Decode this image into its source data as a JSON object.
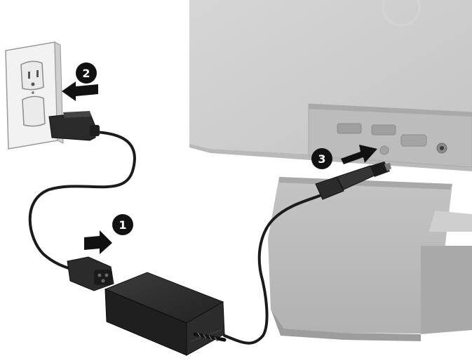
{
  "steps": [
    {
      "number": "1",
      "target": "power-adapter-ac-inlet"
    },
    {
      "number": "2",
      "target": "wall-outlet"
    },
    {
      "number": "3",
      "target": "monitor-dc-power-jack"
    }
  ],
  "colors": {
    "monitor": "#c9c9c9",
    "monitor_shadow": "#b4b4b4",
    "stand": "#bdbdbd",
    "outlet_plate": "#f1f1f1",
    "cable": "#1b1b1b",
    "adapter": "#2a2a2a",
    "badge": "#111111",
    "arrow": "#111111"
  },
  "icons": [
    "arrow-right-icon",
    "arrow-left-icon",
    "number-badge-icon"
  ]
}
